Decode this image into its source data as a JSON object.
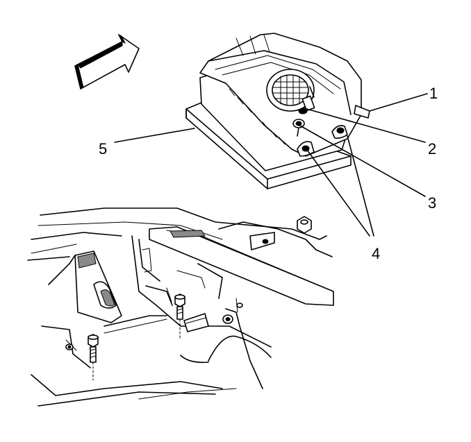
{
  "callouts": [
    {
      "id": "1",
      "text": "1"
    },
    {
      "id": "2",
      "text": "2"
    },
    {
      "id": "3",
      "text": "3"
    },
    {
      "id": "4",
      "text": "4"
    },
    {
      "id": "5",
      "text": "5"
    }
  ],
  "colors": {
    "ink": "#000000",
    "paper": "#ffffff",
    "shade": "#8a8a8a"
  },
  "icons": {
    "direction_arrow": "forward-arrow-icon"
  }
}
